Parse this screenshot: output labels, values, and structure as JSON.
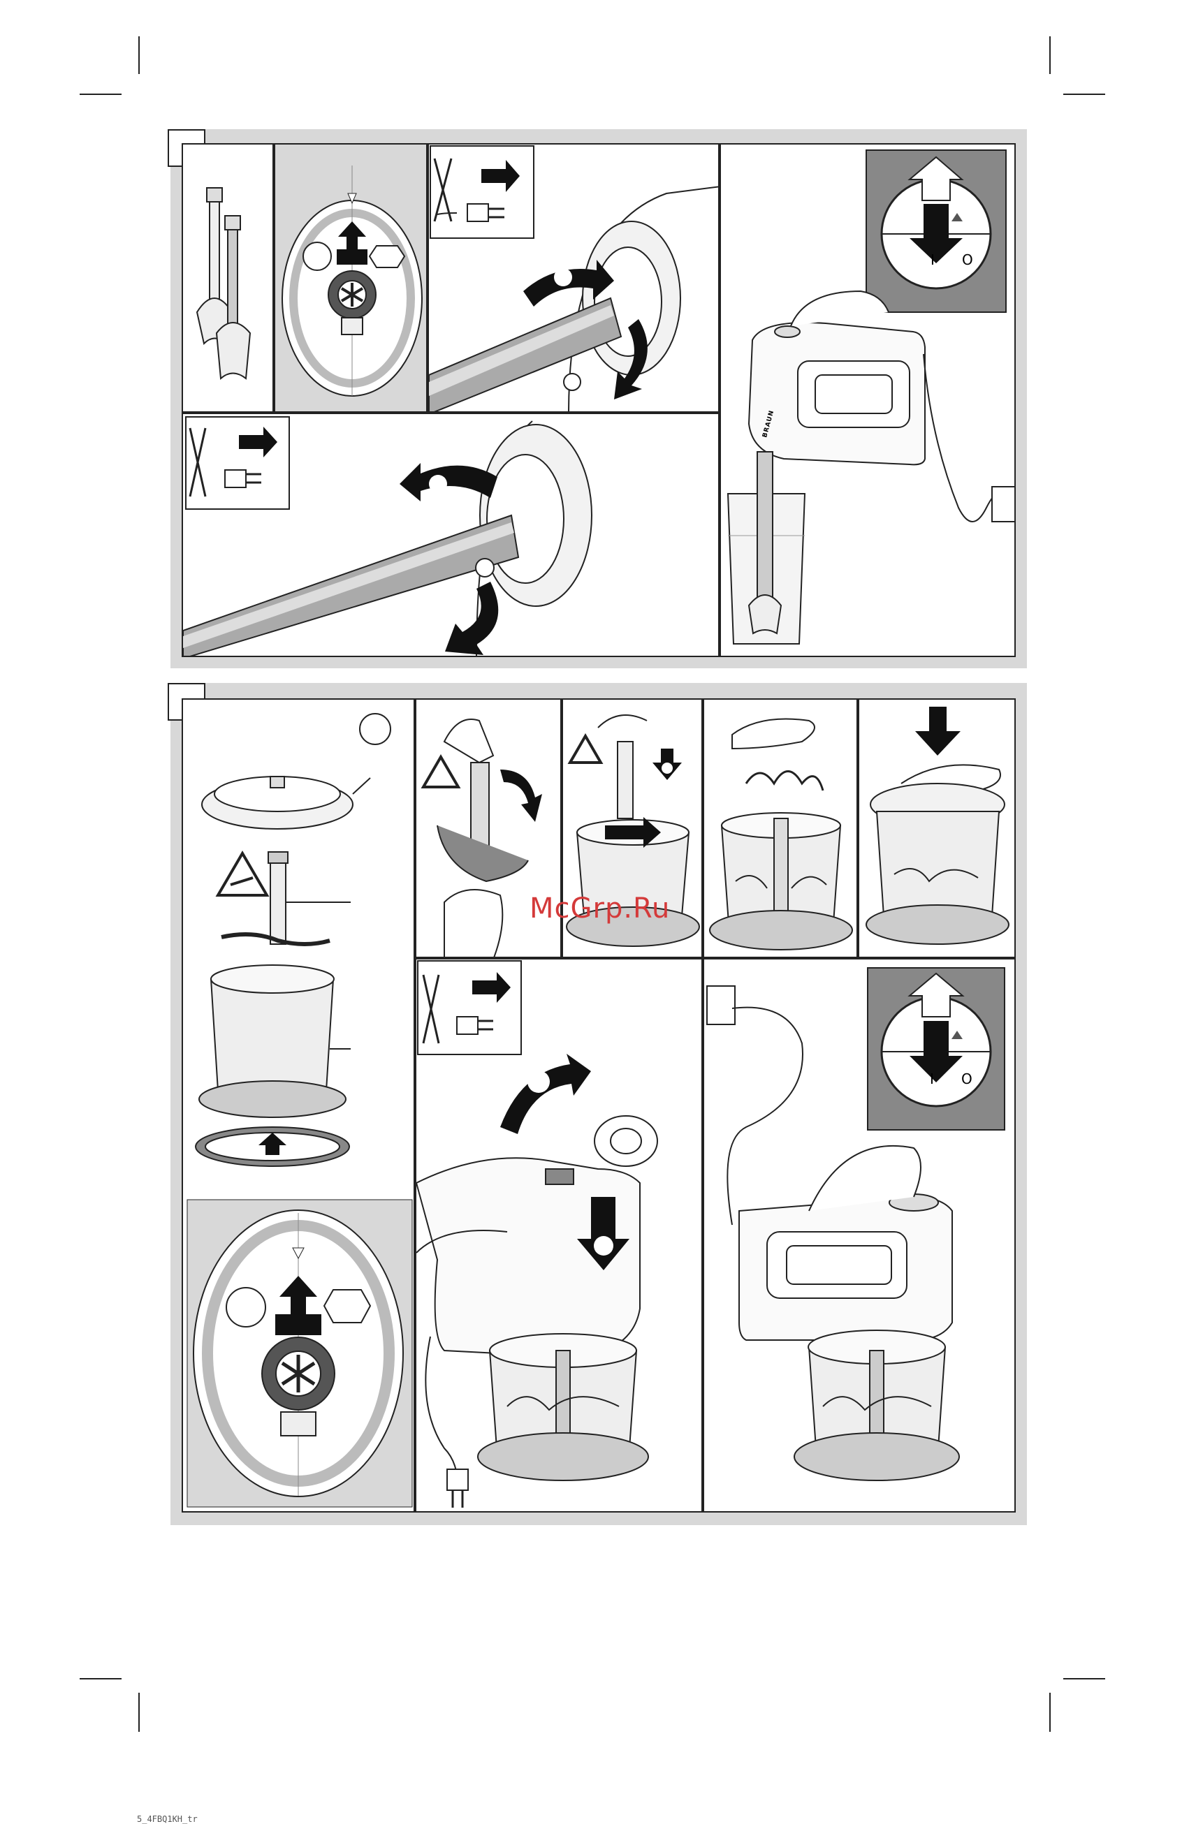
{
  "sections": [
    {
      "id": "section-a",
      "label": ""
    },
    {
      "id": "section-b",
      "label": ""
    }
  ],
  "brand": "BRAUN",
  "switch_labels": {
    "on": "I",
    "off": "O"
  },
  "watermark": "McGrp.Ru",
  "footer_code": "5_4FBQ1KH_tr"
}
